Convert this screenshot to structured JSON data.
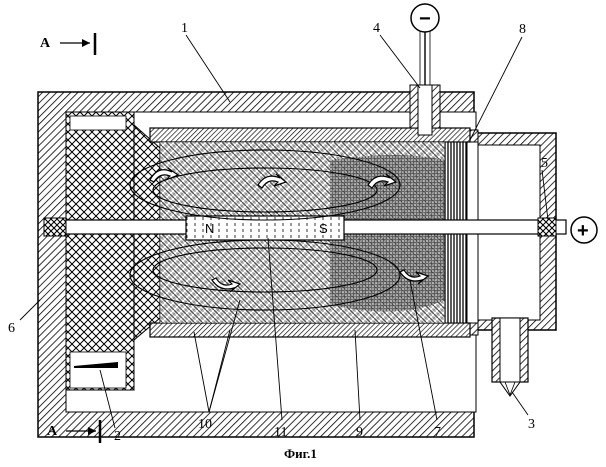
{
  "section_marks": {
    "top": "A",
    "bottom": "A"
  },
  "electrodes": {
    "negative": "−",
    "positive": "+"
  },
  "magnet": {
    "north": "N",
    "south": "S"
  },
  "callouts": {
    "c1": "1",
    "c2": "2",
    "c3": "3",
    "c4": "4",
    "c5": "5",
    "c6": "6",
    "c7": "7",
    "c8": "8",
    "c9": "9",
    "c10": "10",
    "c11": "11"
  },
  "caption": "Фиг.1"
}
